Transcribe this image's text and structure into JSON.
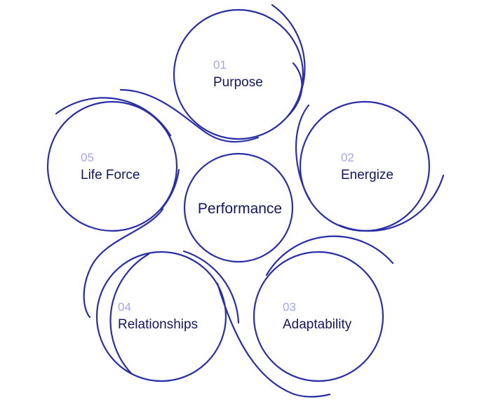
{
  "center": {
    "label": "Performance"
  },
  "nodes": [
    {
      "key": "purpose",
      "number": "01",
      "label": "Purpose"
    },
    {
      "key": "energize",
      "number": "02",
      "label": "Energize"
    },
    {
      "key": "adaptability",
      "number": "03",
      "label": "Adaptability"
    },
    {
      "key": "relationships",
      "number": "04",
      "label": "Relationships"
    },
    {
      "key": "life-force",
      "number": "05",
      "label": "Life Force"
    }
  ],
  "colors": {
    "stroke": "#2a2fa6",
    "number": "#a3a6ee",
    "text": "#14175e"
  }
}
